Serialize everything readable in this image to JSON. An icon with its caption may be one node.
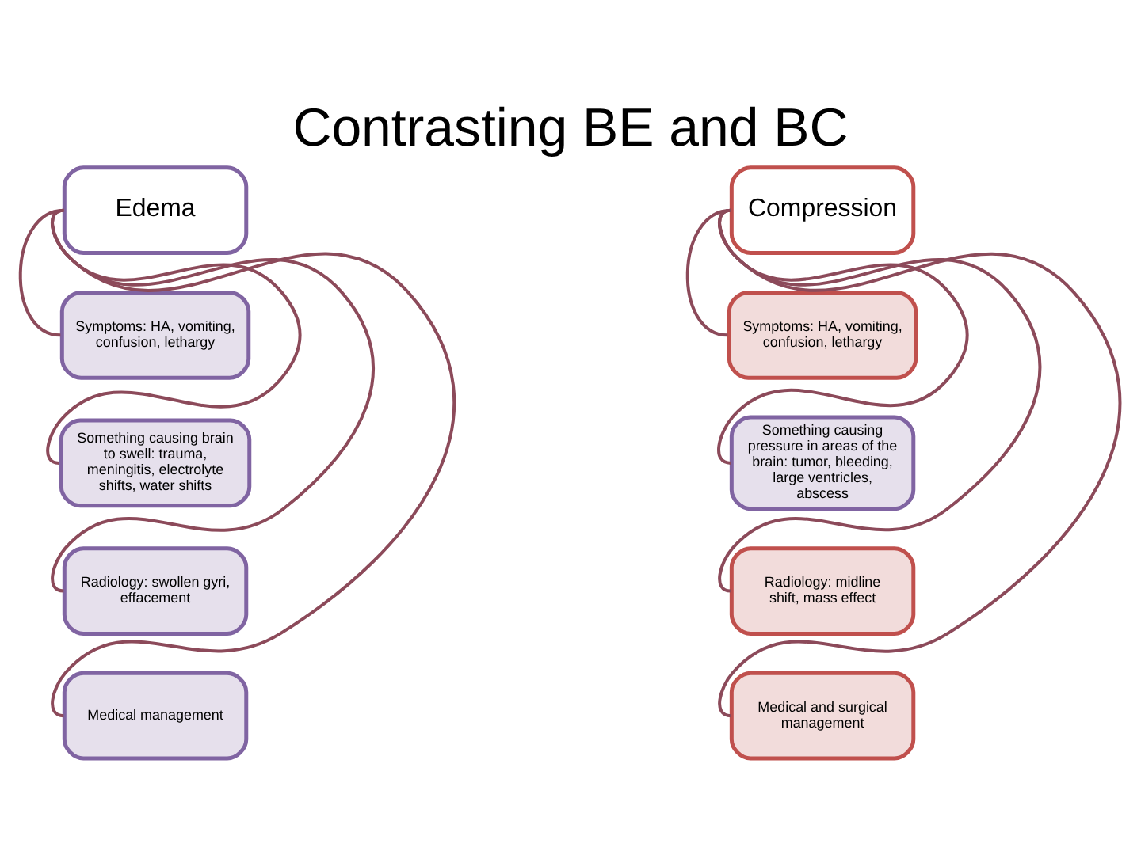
{
  "diagram": {
    "title": "Contrasting BE and BC",
    "nodes": [
      {
        "text": [
          "Edema"
        ]
      },
      {
        "text": [
          "Compression"
        ]
      },
      {
        "text": [
          "Symptoms: HA, vomiting, confusion, lethargy"
        ]
      },
      {
        "text": [
          "Symptoms: HA, vomiting, confusion, lethargy"
        ]
      },
      {
        "text": [
          "Something causing brain to swell: trauma, meningitis, electrolyte shifts, water shifts"
        ]
      },
      {
        "text": [
          "Something causing pressure in areas of the brain: tumor, bleeding, large ventricles, abscess"
        ]
      },
      {
        "text": [
          "Radiology: swollen gyri, effacement"
        ]
      },
      {
        "text": [
          "Radiology: midline shift, mass effect"
        ]
      },
      {
        "text": [
          "Medical management"
        ]
      },
      {
        "text": [
          "Medical and surgical management"
        ]
      }
    ],
    "edges": [
      {
        "from": 0,
        "to": 2,
        "arrow": "none"
      },
      {
        "from": 0,
        "to": 4,
        "arrow": "none"
      },
      {
        "from": 0,
        "to": 6,
        "arrow": "none"
      },
      {
        "from": 0,
        "to": 8,
        "arrow": "none"
      },
      {
        "from": 1,
        "to": 3,
        "arrow": "none"
      },
      {
        "from": 1,
        "to": 5,
        "arrow": "none"
      },
      {
        "from": 1,
        "to": 7,
        "arrow": "none"
      },
      {
        "from": 1,
        "to": 9,
        "arrow": "none"
      }
    ]
  }
}
